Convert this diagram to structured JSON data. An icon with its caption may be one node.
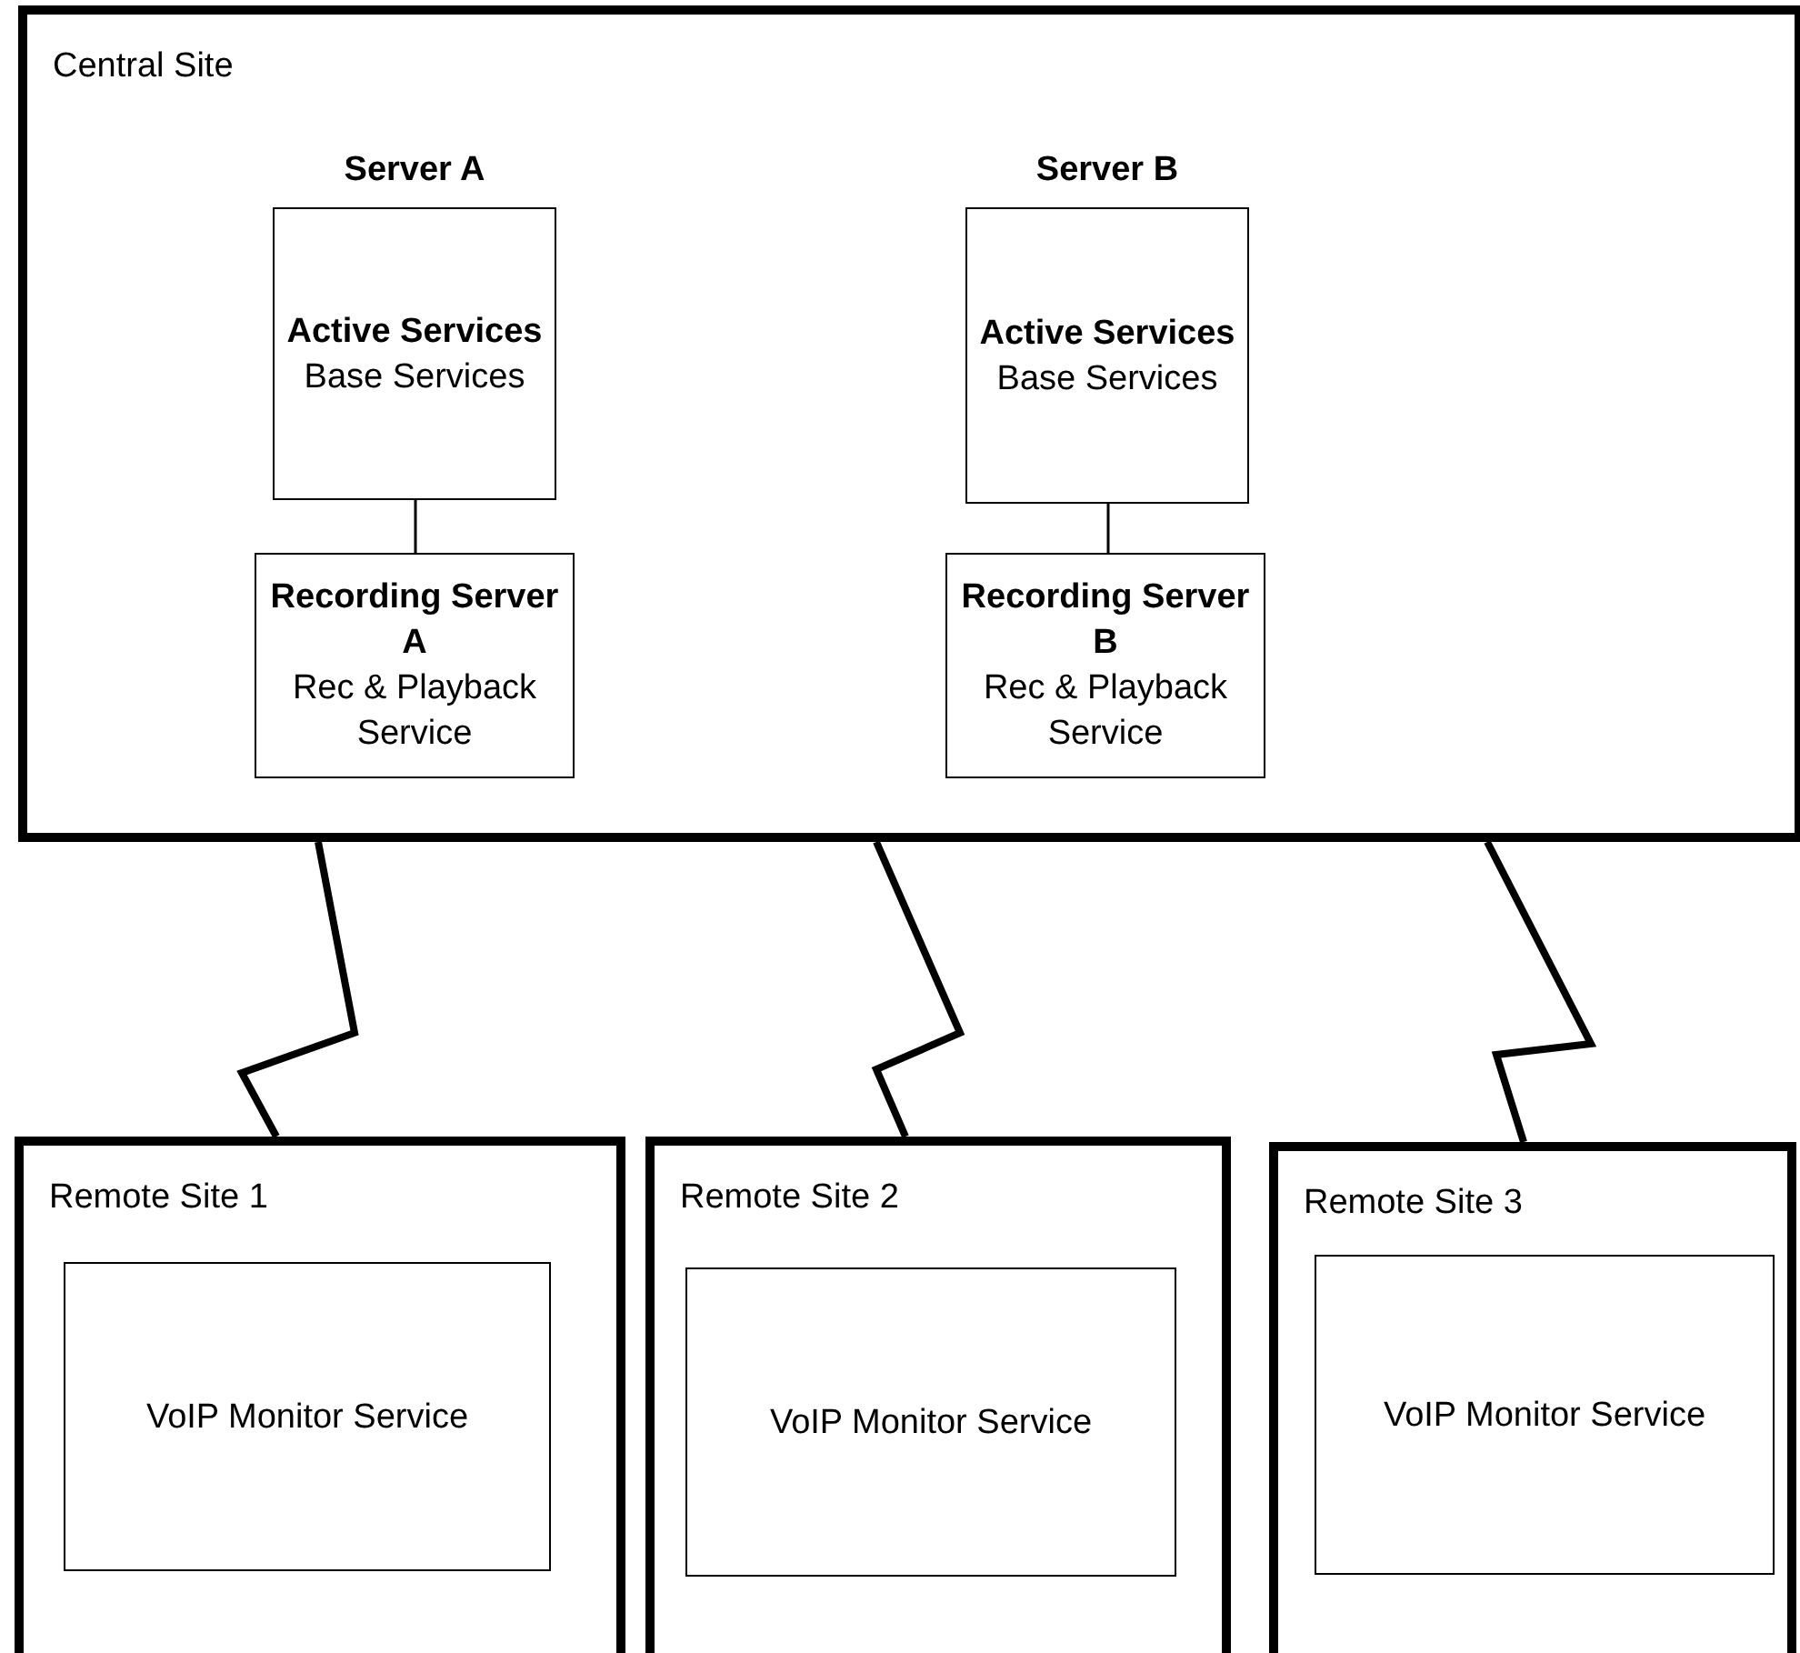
{
  "diagram": {
    "nodes": [
      {
        "text": [
          "Central Site"
        ]
      },
      {
        "text": [
          "Server A",
          "Active Services",
          "Base Services"
        ],
        "in": 0
      },
      {
        "text": [
          "Server B",
          "Active Services",
          "Base Services"
        ],
        "in": 0
      },
      {
        "text": [
          "Recording Server A",
          "Rec & Playback Service"
        ],
        "in": 0
      },
      {
        "text": [
          "Recording Server B",
          "Rec & Playback Service"
        ],
        "in": 0
      },
      {
        "text": [
          "Remote Site 1"
        ]
      },
      {
        "text": [
          "VoIP Monitor Service"
        ],
        "in": 5
      },
      {
        "text": [
          "Remote Site 2"
        ]
      },
      {
        "text": [
          "VoIP Monitor Service"
        ],
        "in": 7
      },
      {
        "text": [
          "Remote Site 3"
        ]
      },
      {
        "text": [
          "VoIP Monitor Service"
        ],
        "in": 9
      }
    ],
    "edges": [
      {
        "from": 1,
        "to": 3,
        "arrow": "none"
      },
      {
        "from": 2,
        "to": 4,
        "arrow": "none"
      },
      {
        "from": 0,
        "to": 5,
        "arrow": "none"
      },
      {
        "from": 0,
        "to": 7,
        "arrow": "none"
      },
      {
        "from": 0,
        "to": 9,
        "arrow": "none"
      }
    ]
  }
}
